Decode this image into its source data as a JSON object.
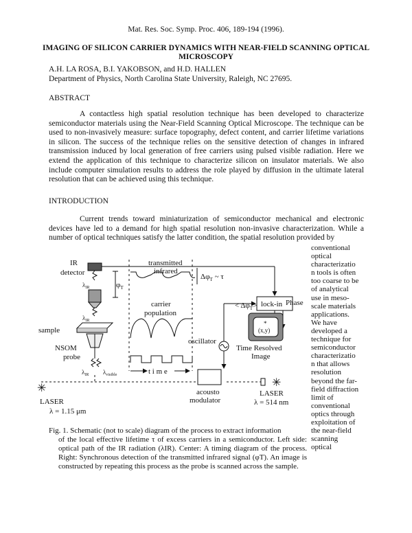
{
  "header": {
    "citation": "Mat. Res. Soc. Symp. Proc. 406, 189-194 (1996)."
  },
  "title": "IMAGING OF SILICON CARRIER DYNAMICS WITH NEAR-FIELD SCANNING OPTICAL MICROSCOPY",
  "authors": "A.H. LA ROSA, B.I. YAKOBSON, and H.D. HALLEN",
  "affiliation": "Department of Physics, North Carolina State University, Raleigh, NC 27695.",
  "abstract": {
    "heading": "ABSTRACT",
    "text": "A contactless high spatial resolution technique has been developed to characterize semiconductor materials using the Near-Field Scanning Optical Microscope. The technique can be used to non-invasively measure: surface topography, defect content, and carrier lifetime variations in silicon. The success of the technique relies on the sensitive detection of changes in infrared transmission induced by local generation of free carriers using pulsed visible radiation. Here we extend the application of this technique to characterize silicon on insulator materials. We also include computer simulation results to address the role played by diffusion in the ultimate lateral resolution that can be achieved using this technique."
  },
  "introduction": {
    "heading": "INTRODUCTION",
    "text": "Current trends toward miniaturization of semiconductor mechanical and electronic devices have led to a demand for high spatial resolution non-invasive characterization. While a number of optical techniques satisfy the latter condition, the spatial resolution provided by",
    "side_lines": [
      "conventional",
      "optical",
      "characterizatio",
      "n tools is often",
      "too coarse to be",
      "of analytical",
      "use in meso-",
      "scale materials",
      "applications.",
      "We have",
      "developed a",
      "technique for",
      "semiconductor",
      "characterizatio",
      "n that allows",
      "resolution",
      "beyond the far-",
      "field diffraction",
      "limit of",
      "conventional",
      "optics through",
      "exploitation of",
      "the near-field",
      "scanning",
      "optical"
    ]
  },
  "figure": {
    "labels": {
      "ir_detector_1": "IR",
      "ir_detector_2": "detector",
      "transmitted_1": "transmitted",
      "transmitted_2": "infrared",
      "delta_phi": "Δφ",
      "delta_phi_sub": "T",
      "approx_tau": "~ τ",
      "phi_t": "φ",
      "phi_t_sub": "T",
      "lambda_ir": "λ",
      "ir_sub": "IR",
      "lockin": "lock-in",
      "lt_delta": "< Δφ",
      "lt_delta_sub": "T",
      "gt": ">",
      "phase": "Phase",
      "star": "*",
      "xy": "(x,y)",
      "time_resolved_1": "Time Resolved",
      "time_resolved_2": "Image",
      "carrier_1": "carrier",
      "carrier_2": "population",
      "sample": "sample",
      "oscillator": "oscillator",
      "nsom_1": "NSOM",
      "nsom_2": "probe",
      "visible_sub": "visible",
      "time": "t i m e",
      "laser_left": "LASER",
      "lambda_left": "λ = 1.15 μm",
      "acousto_1": "acousto",
      "acousto_2": "modulator",
      "laser_right": "LASER",
      "lambda_right": "λ = 514 nm"
    },
    "caption_first": "Fig. 1.  Schematic (not to scale) diagram of the process to extract information",
    "caption_rest": "of the local effective lifetime τ of excess carriers in a semiconductor.  Left side: optical path of the IR radiation (λIR).  Center: A timing diagram of the process.  Right: Synchronous detection of the transmitted infrared signal (φT).  An image is constructed by repeating this process as the probe is scanned across the sample."
  }
}
